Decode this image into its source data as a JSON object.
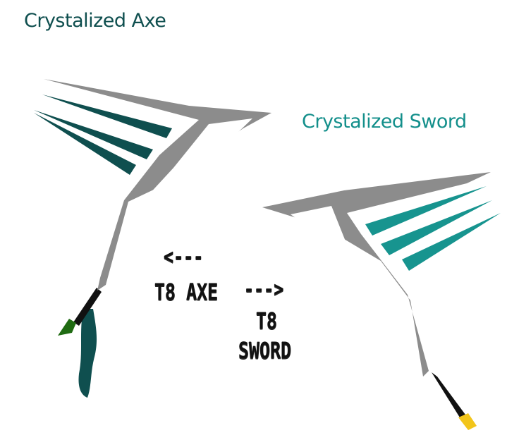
{
  "titles": {
    "axe": "Crystalized Axe",
    "sword": "Crystalized Sword"
  },
  "annotations": {
    "arrow_left": "<---",
    "axe_label": "T8  AXE",
    "arrow_right": "--->",
    "sword_label_line1": "T8",
    "sword_label_line2": "SWORD"
  },
  "colors": {
    "axe_title": "#0f4f4f",
    "sword_title": "#138f8b",
    "axe_crystal": "#0f4f4f",
    "sword_crystal": "#17948f",
    "blade_gray": "#8c8c8c",
    "handle": "#111111",
    "axe_gem": "#1f6b12",
    "sword_gem": "#f2c51b",
    "axe_ribbon": "#0f4f4f"
  }
}
